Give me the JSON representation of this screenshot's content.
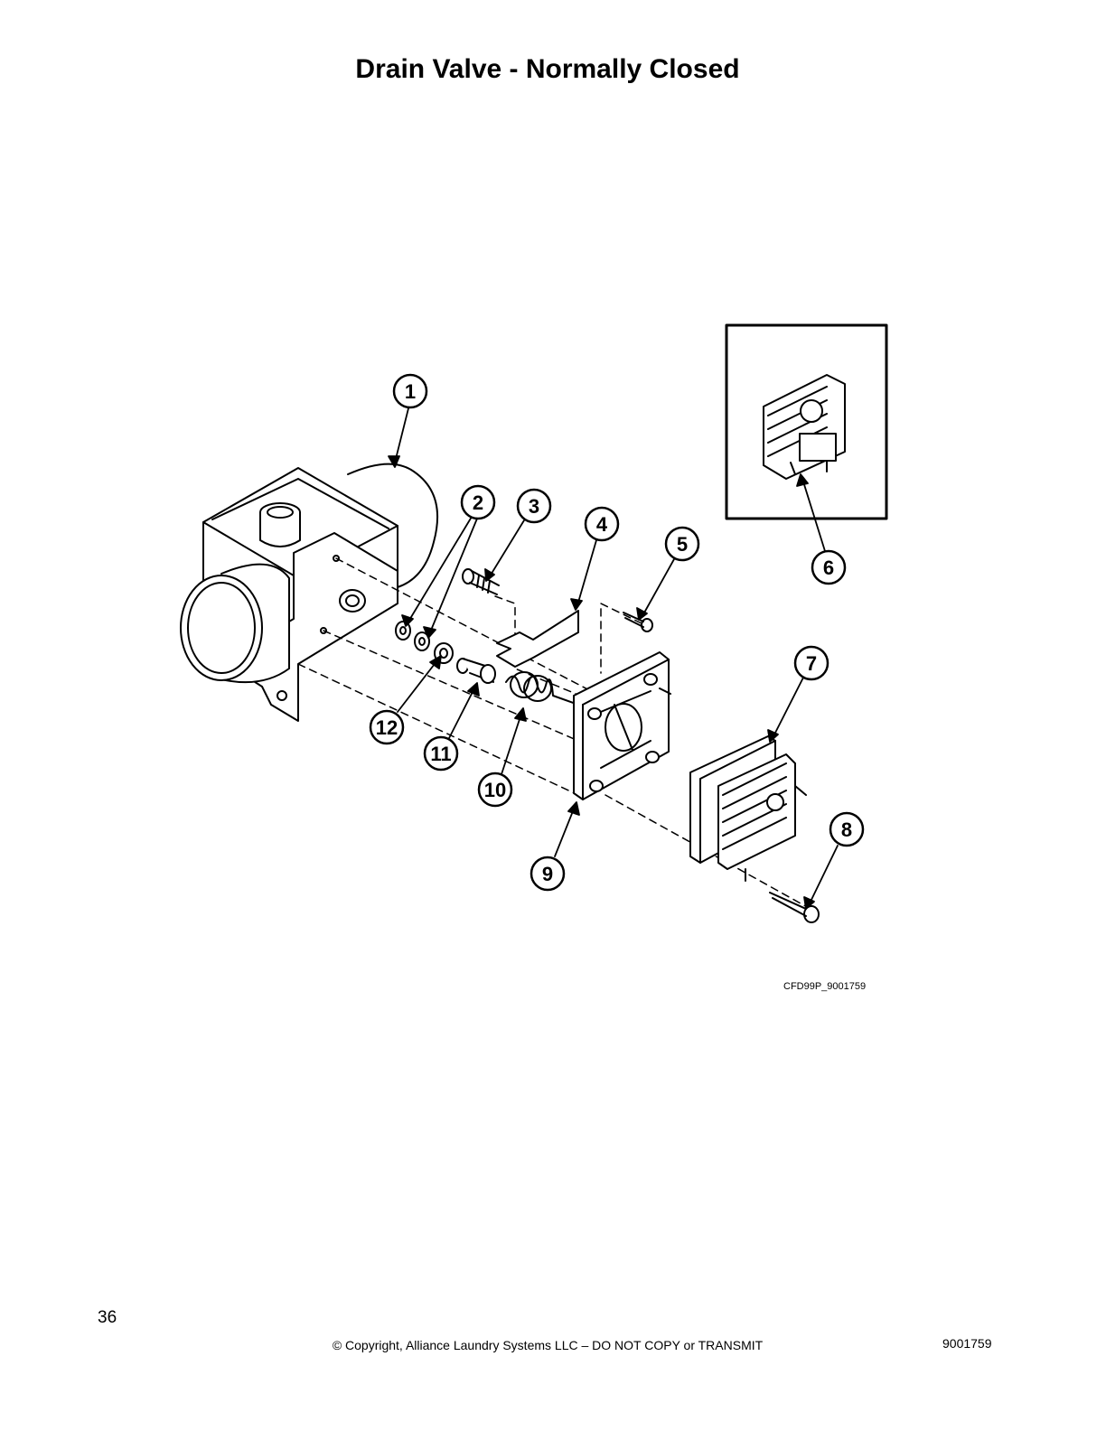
{
  "page": {
    "title": "Drain Valve - Normally Closed",
    "figure_code": "CFD99P_9001759",
    "page_number": "36",
    "copyright": "© Copyright, Alliance Laundry Systems LLC – DO NOT COPY or TRANSMIT",
    "document_number": "9001759"
  },
  "callouts": [
    "1",
    "2",
    "3",
    "4",
    "5",
    "6",
    "7",
    "8",
    "9",
    "10",
    "11",
    "12"
  ]
}
